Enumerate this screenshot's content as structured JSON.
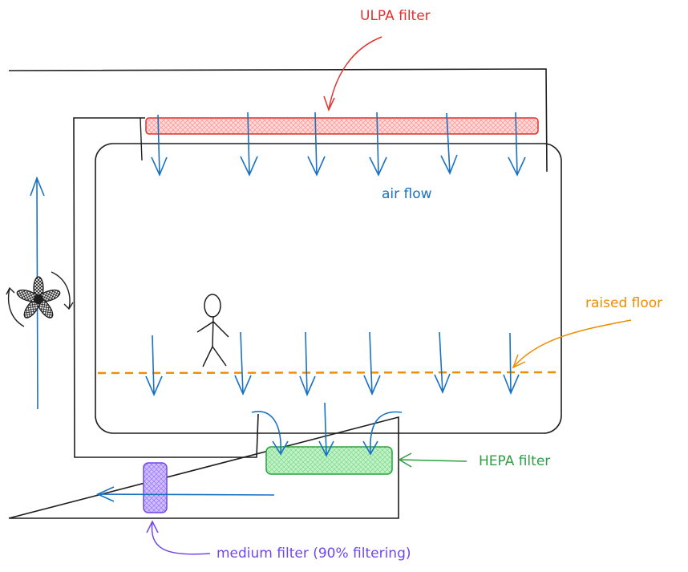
{
  "labels": {
    "ulpa": "ULPA filter",
    "air_flow": "air flow",
    "raised_floor": "raised floor",
    "hepa": "HEPA filter",
    "medium": "medium filter (90% filtering)"
  },
  "colors": {
    "outline": "#1e1e1e",
    "ulpa": "#e03131",
    "ulpa_fill": "#ffc9c9",
    "air": "#1971c2",
    "floor": "#f08c00",
    "hepa": "#2f9e44",
    "hepa_fill": "#b2f2bb",
    "medium": "#7048e8",
    "medium_fill": "#d0bfff"
  },
  "icons": {
    "fan": "fan-icon",
    "person": "person-icon"
  }
}
